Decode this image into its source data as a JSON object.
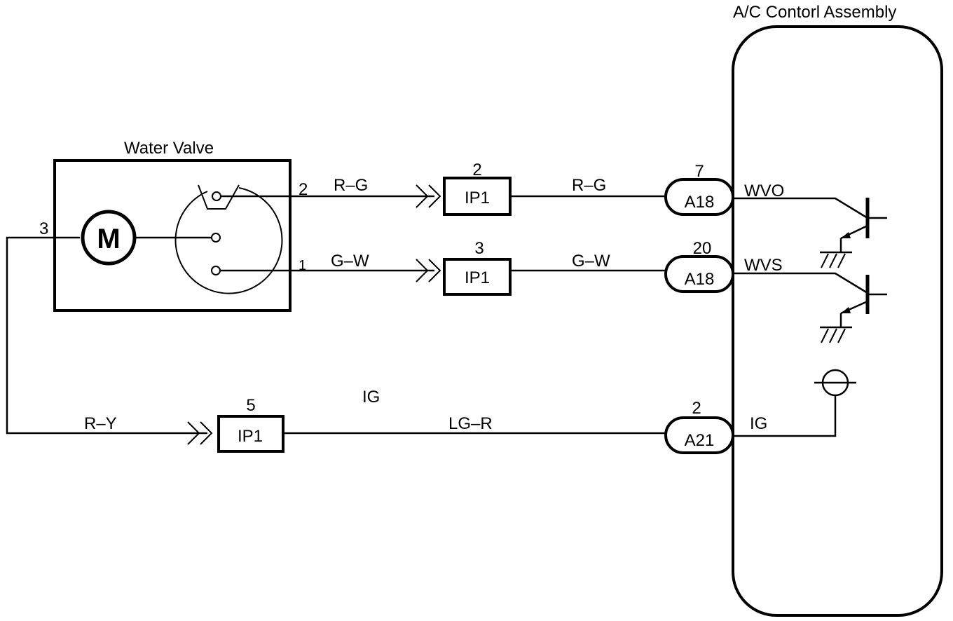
{
  "control_assembly": {
    "title": "A/C Contorl Assembly"
  },
  "water_valve": {
    "title": "Water Valve",
    "motor_symbol": "M",
    "pin_motor": "3",
    "pin_top": "2",
    "pin_bottom": "1"
  },
  "wires": {
    "w1_left": "R–G",
    "w1_right": "R–G",
    "w2_left": "G–W",
    "w2_right": "G–W",
    "w3_left": "R–Y",
    "w3_right": "LG–R",
    "w3_circuit": "IG"
  },
  "junctions": {
    "j1": {
      "pin": "2",
      "name": "IP1"
    },
    "j2": {
      "pin": "3",
      "name": "IP1"
    },
    "j3": {
      "pin": "5",
      "name": "IP1"
    }
  },
  "connectors": {
    "c1": {
      "pin": "7",
      "name": "A18",
      "terminal": "WVO"
    },
    "c2": {
      "pin": "20",
      "name": "A18",
      "terminal": "WVS"
    },
    "c3": {
      "pin": "2",
      "name": "A21",
      "terminal": "IG"
    }
  }
}
